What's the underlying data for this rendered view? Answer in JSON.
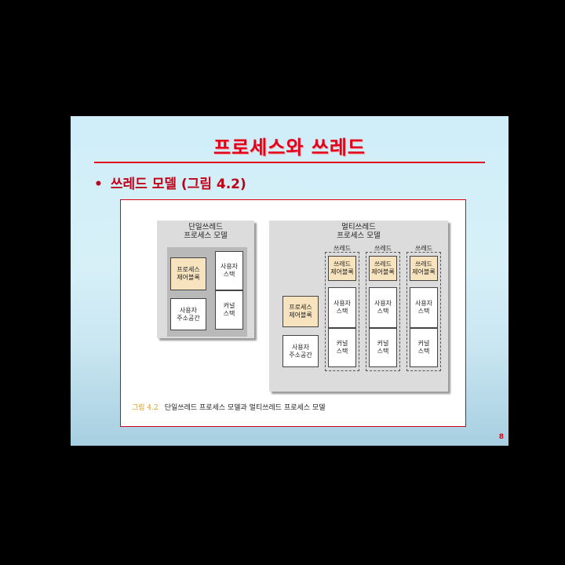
{
  "slide": {
    "title": "프로세스와 쓰레드",
    "bullet_marker": "•",
    "bullet_text": "쓰레드 모델 (그림 4.2)",
    "page_number": "8"
  },
  "figure": {
    "single": {
      "title_line1": "단일쓰레드",
      "title_line2": "프로세스 모델",
      "pcb": "프로세스\n제어블록",
      "user_address_space": "사용자\n주소공간",
      "user_stack": "사용자\n스택",
      "kernel_stack": "커널\n스택"
    },
    "multi": {
      "title_line1": "멀티쓰레드",
      "title_line2": "프로세스 모델",
      "pcb": "프로세스\n제어블록",
      "user_address_space": "사용자\n주소공간",
      "threads": [
        {
          "label": "쓰레드",
          "tcb": "쓰레드\n제어블록",
          "user_stack": "사용자\n스택",
          "kernel_stack": "커널\n스택"
        },
        {
          "label": "쓰레드",
          "tcb": "쓰레드\n제어블록",
          "user_stack": "사용자\n스택",
          "kernel_stack": "커널\n스택"
        },
        {
          "label": "쓰레드",
          "tcb": "쓰레드\n제어블록",
          "user_stack": "사용자\n스택",
          "kernel_stack": "커널\n스택"
        }
      ]
    },
    "caption_number": "그림 4.2",
    "caption_text": "단일쓰레드 프로세스 모델과 멀티쓰레드 프로세스 모델"
  },
  "colors": {
    "accent_red": "#e3001b",
    "pcb_fill": "#f7e3bd",
    "panel_gray": "#dcdcdc"
  }
}
